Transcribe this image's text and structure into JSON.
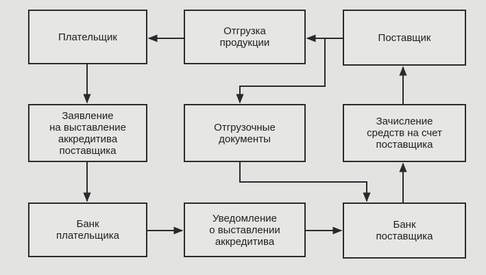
{
  "diagram": {
    "nodes": {
      "payer": {
        "label": "Плательщик"
      },
      "shipment": {
        "label": "Отгрузка\nпродукции"
      },
      "supplier": {
        "label": "Поставщик"
      },
      "application": {
        "label": "Заявление\nна выставление\nаккредитива\nпоставщика"
      },
      "shipping_docs": {
        "label": "Отгрузочные\nдокументы"
      },
      "crediting": {
        "label": "Зачисление\nсредств на счет\nпоставщика"
      },
      "payer_bank": {
        "label": "Банк\nплательщика"
      },
      "notification": {
        "label": "Уведомление\nо выставлении\nаккредитива"
      },
      "supplier_bank": {
        "label": "Банк\nпоставщика"
      }
    },
    "edges": [
      {
        "from": "payer",
        "to": "application"
      },
      {
        "from": "application",
        "to": "payer_bank"
      },
      {
        "from": "payer_bank",
        "to": "notification"
      },
      {
        "from": "notification",
        "to": "supplier_bank"
      },
      {
        "from": "supplier_bank",
        "to": "crediting"
      },
      {
        "from": "crediting",
        "to": "supplier"
      },
      {
        "from": "supplier",
        "to": "shipment"
      },
      {
        "from": "shipment",
        "to": "payer"
      },
      {
        "from": "supplier",
        "to": "shipping_docs"
      },
      {
        "from": "shipping_docs",
        "to": "supplier_bank"
      }
    ]
  }
}
